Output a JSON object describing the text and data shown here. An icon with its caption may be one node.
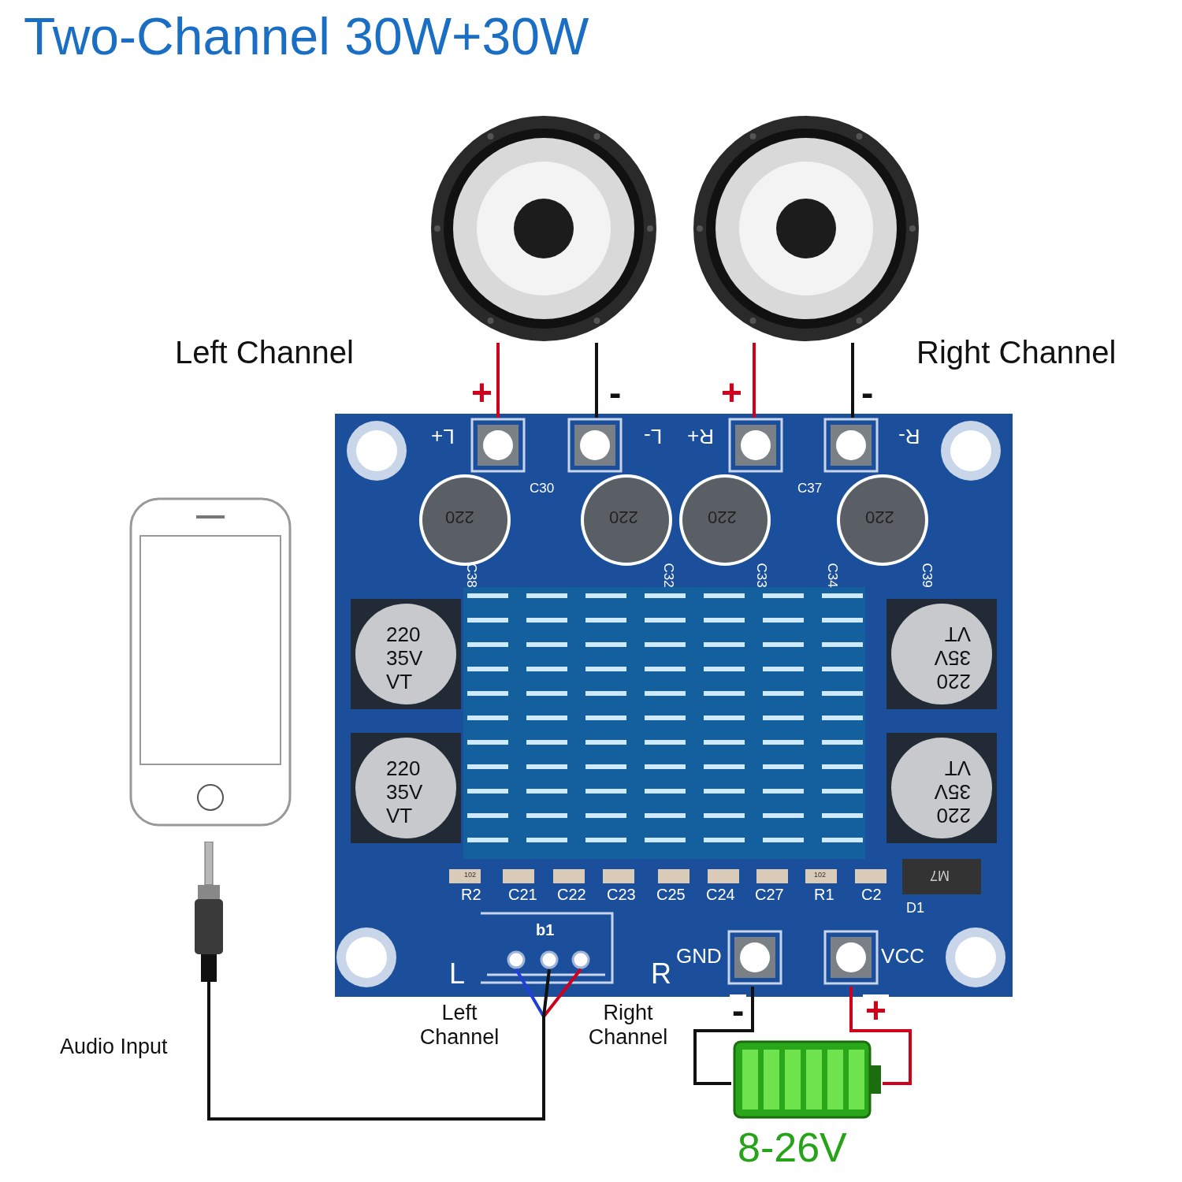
{
  "diagram": {
    "title": "Two-Channel 30W+30W",
    "nodes": [
      {
        "text": [],
        "shape": "picture"
      },
      {
        "text": [],
        "shape": "picture"
      },
      {
        "text": [],
        "shape": "picture"
      },
      {
        "text": [
          "L+"
        ],
        "in": 2
      },
      {
        "text": [
          "L-"
        ],
        "in": 2
      },
      {
        "text": [
          "R+"
        ],
        "in": 2
      },
      {
        "text": [
          "R-"
        ],
        "in": 2
      },
      {
        "text": [
          "GND"
        ],
        "in": 2
      },
      {
        "text": [
          "VCC"
        ],
        "in": 2
      },
      {
        "text": [
          "b1"
        ],
        "in": 2,
        "beside": [
          "L",
          "R"
        ]
      },
      {
        "text": [],
        "shape": "circle",
        "in": 9
      },
      {
        "text": [],
        "shape": "circle",
        "in": 9
      },
      {
        "text": [],
        "shape": "circle",
        "in": 9
      },
      {
        "text": [],
        "shape": "picture"
      },
      {
        "text": [],
        "shape": "picture"
      },
      {
        "text": [],
        "shape": "picture",
        "beside": [
          "8-26V"
        ]
      }
    ],
    "edges": [
      {
        "from": 0,
        "to": 3,
        "arrow": "none",
        "label": "+",
        "color": "#d0021b"
      },
      {
        "from": 0,
        "to": 4,
        "arrow": "none",
        "label": "-",
        "color": "#111111"
      },
      {
        "from": 1,
        "to": 5,
        "arrow": "none",
        "label": "+",
        "color": "#d0021b"
      },
      {
        "from": 1,
        "to": 6,
        "arrow": "none",
        "label": "-",
        "color": "#111111"
      },
      {
        "from": 14,
        "to": 10,
        "arrow": "none",
        "color": "#1f3fd8"
      },
      {
        "from": 14,
        "to": 11,
        "arrow": "none",
        "color": "#111111"
      },
      {
        "from": 14,
        "to": 12,
        "arrow": "none",
        "color": "#d0021b"
      },
      {
        "from": 15,
        "to": 7,
        "arrow": "none",
        "label": "-",
        "color": "#111111"
      },
      {
        "from": 15,
        "to": 8,
        "arrow": "none",
        "label": "+",
        "color": "#d0021b"
      }
    ],
    "labels": [
      "Left Channel",
      "Right Channel",
      "C30",
      "220",
      "220",
      "220",
      "C37",
      "220",
      "C38",
      "C32",
      "C33",
      "C34",
      "C39",
      "220 35V VT",
      "220 35V VT",
      "220 35V VT",
      "220 35V VT",
      "102",
      "R2",
      "C21",
      "C22",
      "C23",
      "C25",
      "C24",
      "C27",
      "102",
      "R1",
      "C2",
      "M7",
      "D1",
      "Audio Input",
      "Left Channel",
      "Right Channel"
    ]
  }
}
